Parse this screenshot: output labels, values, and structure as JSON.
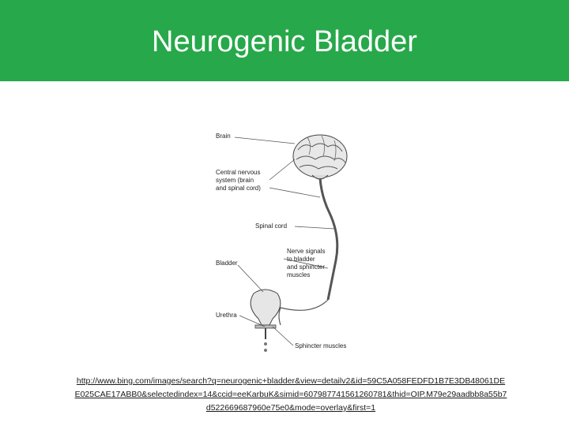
{
  "slide": {
    "title": "Neurogenic Bladder",
    "colors": {
      "title_band": "#27a84a",
      "title_text": "#ffffff",
      "background": "#ffffff"
    }
  },
  "figure": {
    "labels": {
      "brain": "Brain",
      "cns_line1": "Central nervous",
      "cns_line2": "system (brain",
      "cns_line3": "and spinal cord)",
      "spinal_cord": "Spinal cord",
      "nerve_line1": "Nerve signals",
      "nerve_line2": "to bladder",
      "nerve_line3": "and sphincter",
      "nerve_line4": "muscles",
      "bladder": "Bladder",
      "urethra": "Urethra",
      "sphincter": "Sphincter muscles"
    }
  },
  "source": {
    "url_line1": "http://www.bing.com/images/search?q=neurogenic+bladder&view=detailv2&id=59C5A058FEDFD1B7E3DB48061DE",
    "url_line2": "E025CAE17ABB0&selectedindex=14&ccid=eeKarbuK&simid=607987741561260781&thid=OIP.M79e29aadbb8a55b7",
    "url_line3": "d522669687960e75e0&mode=overlay&first=1"
  }
}
